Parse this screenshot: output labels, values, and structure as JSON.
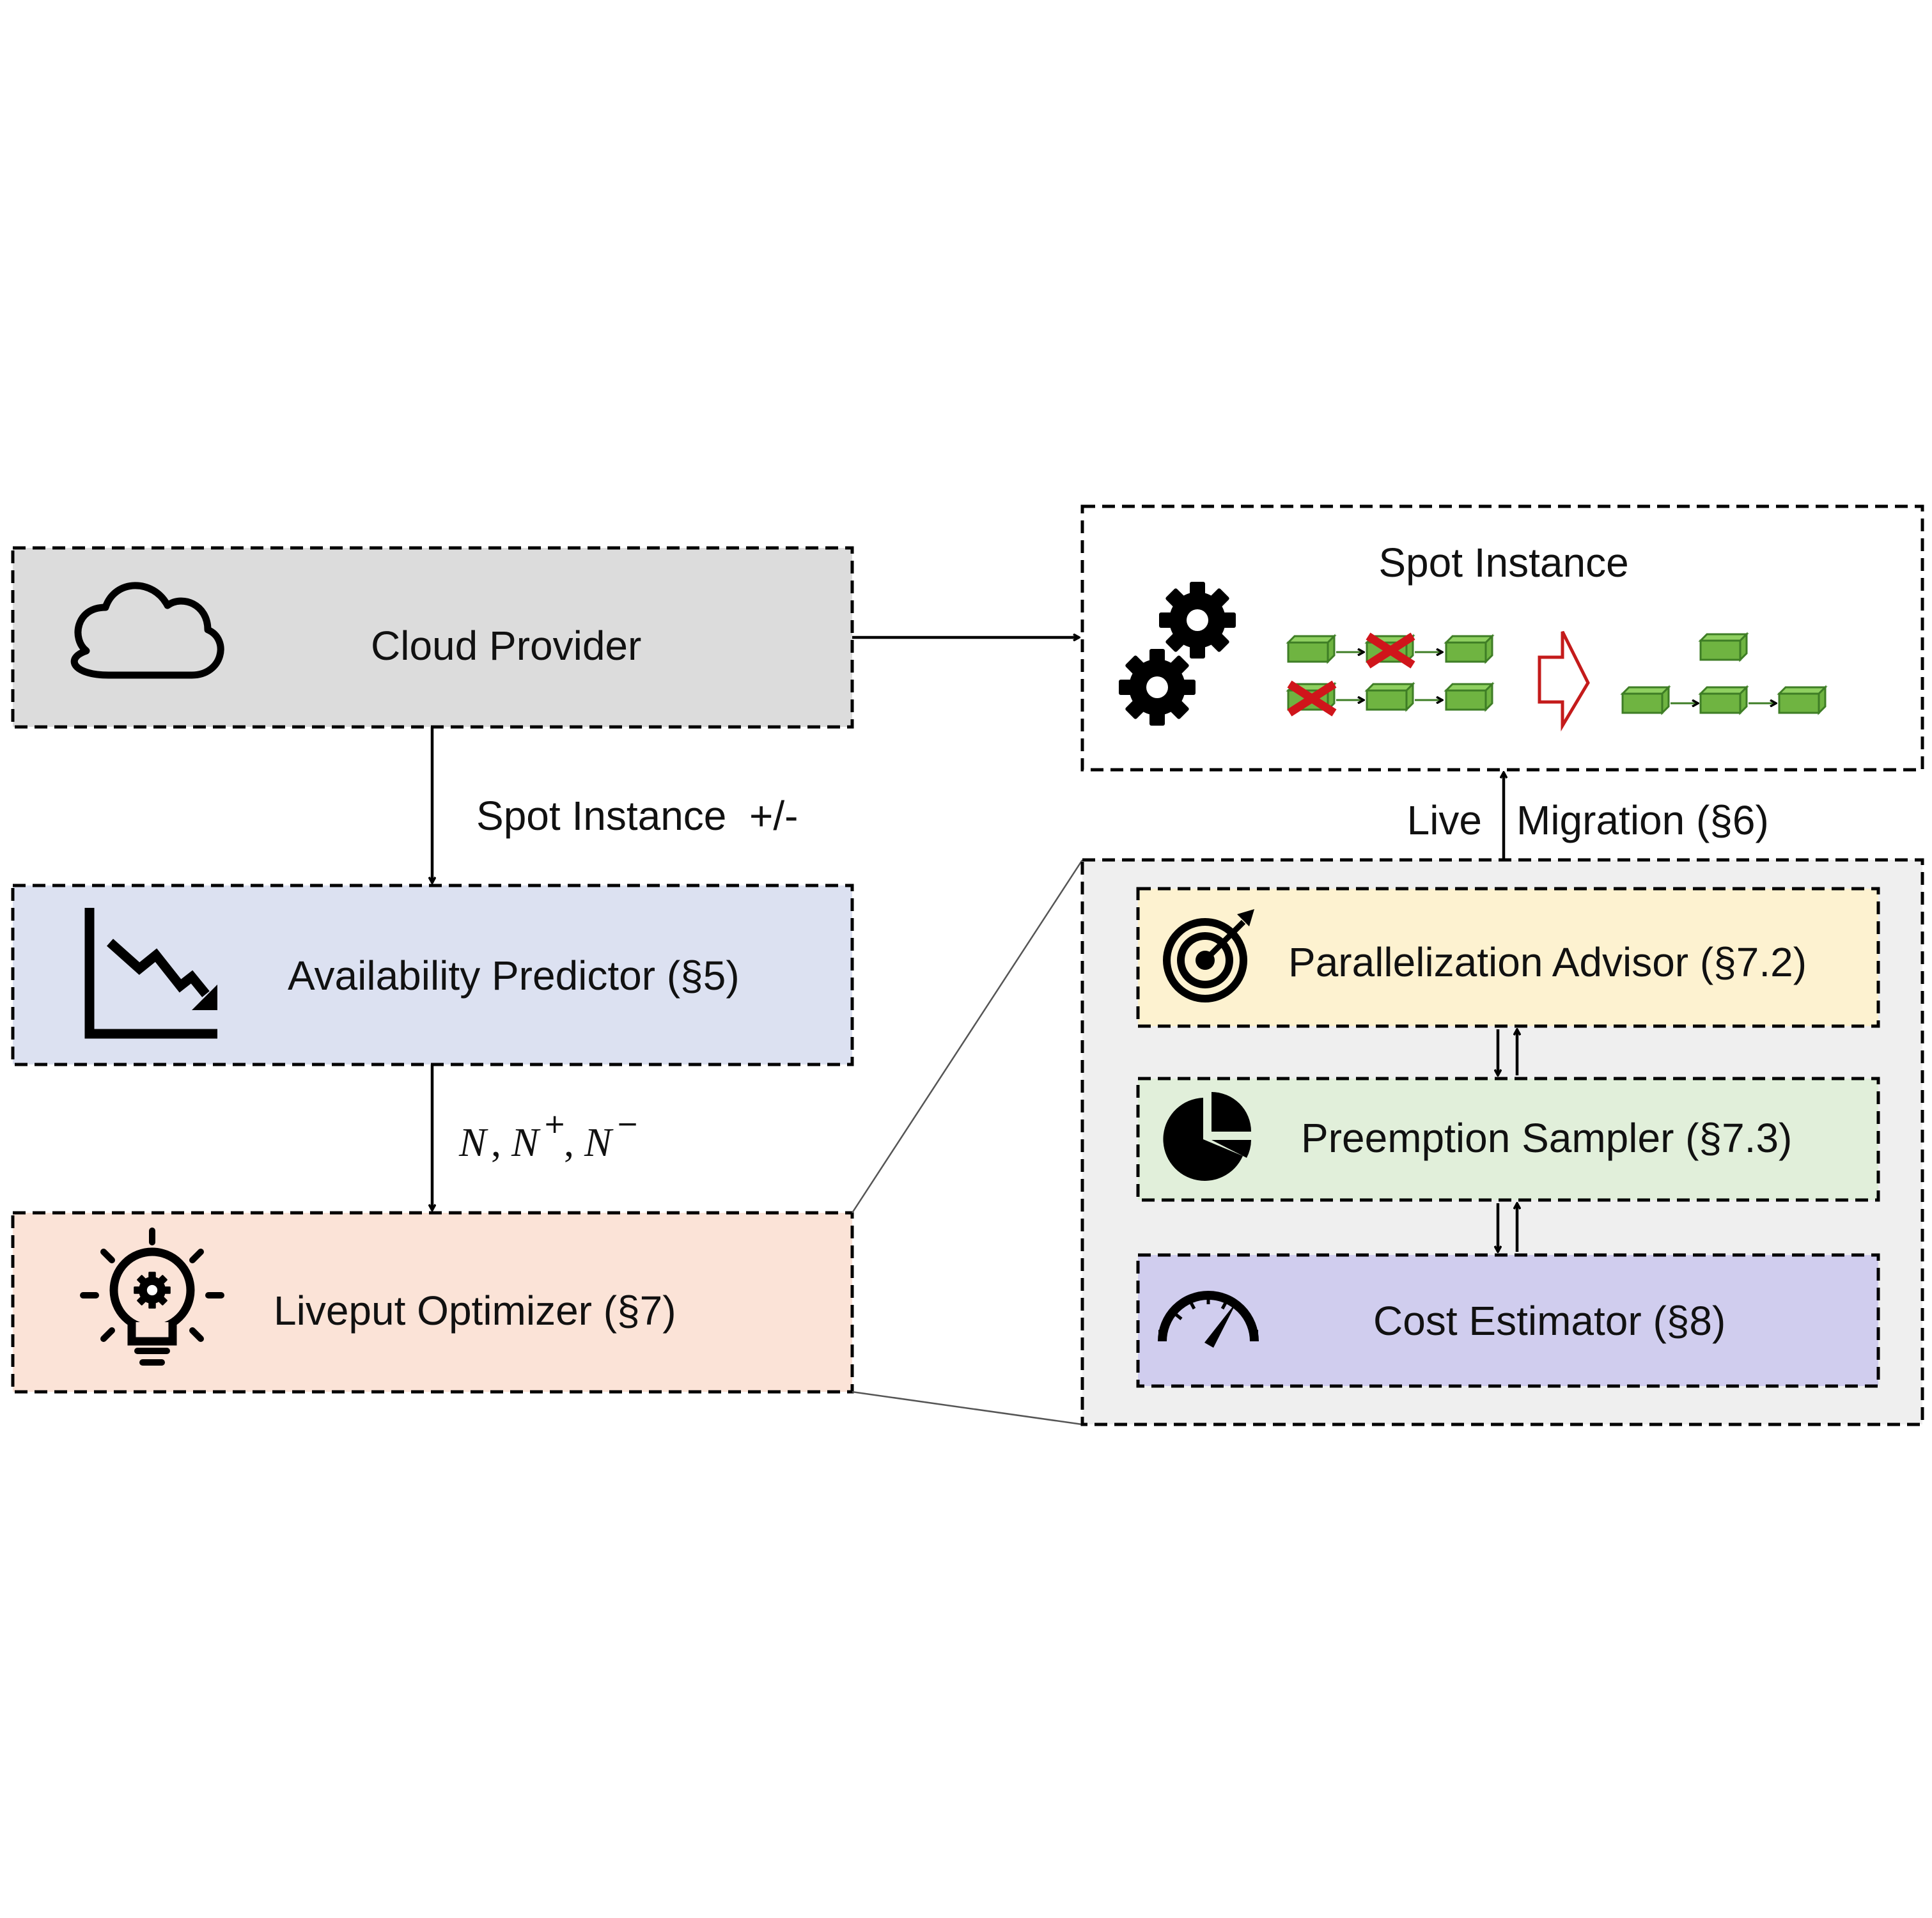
{
  "diagram": {
    "cloud_provider": {
      "label": "Cloud Provider",
      "icon": "cloud-icon",
      "color": "#dcdcdc"
    },
    "availability_predictor": {
      "label": "Availability Predictor (§5)",
      "icon": "trend-down-icon",
      "color": "#dce1f1"
    },
    "liveput_optimizer": {
      "label": "Liveput Optimizer (§7)",
      "icon": "lightbulb-gear-icon",
      "color": "#fbe3d7"
    },
    "spot_instance": {
      "label": "Spot Instance",
      "icon": "gears-icon",
      "transition_icon": "hollow-arrow-right-icon"
    },
    "edges": {
      "spot_change": "Spot Instance  +/-",
      "counts": {
        "n": "N",
        "sep": ",",
        "plus_sup": "+",
        "minus_sup": "−"
      },
      "live": "Live",
      "migration": "Migration (§6)"
    },
    "optimizer_detail": {
      "color": "#efefef",
      "parallelization_advisor": {
        "label": "Parallelization Advisor (§7.2)",
        "icon": "target-icon",
        "color": "#fdf2d0"
      },
      "preemption_sampler": {
        "label": "Preemption Sampler (§7.3)",
        "icon": "pie-chart-icon",
        "color": "#e1efda"
      },
      "cost_estimator": {
        "label": "Cost Estimator (§8)",
        "icon": "speedometer-icon",
        "color": "#d0cdee"
      }
    }
  }
}
